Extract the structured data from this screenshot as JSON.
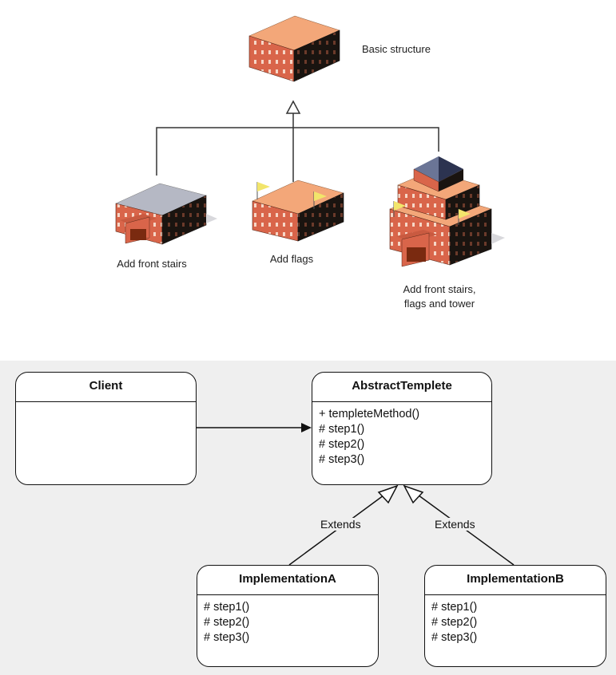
{
  "top_section": {
    "labels": {
      "basic": "Basic structure",
      "stairs": "Add front stairs",
      "flags": "Add flags",
      "tower_line1": "Add front stairs,",
      "tower_line2": "flags and tower"
    }
  },
  "uml": {
    "client": {
      "title": "Client"
    },
    "abstract": {
      "title": "AbstractTemplete",
      "methods": [
        "+ templeteMethod()",
        "# step1()",
        "# step2()",
        "# step3()"
      ]
    },
    "implA": {
      "title": "ImplementationA",
      "methods": [
        "# step1()",
        "# step2()",
        "# step3()"
      ]
    },
    "implB": {
      "title": "ImplementationB",
      "methods": [
        "# step1()",
        "# step2()",
        "# step3()"
      ]
    },
    "extends_left": "Extends",
    "extends_right": "Extends"
  },
  "colors": {
    "brick": "#d9654a",
    "roof_orange": "#f3a779",
    "roof_grey": "#b5b8c4",
    "tower_roof": "#4a5470",
    "flag": "#f2e56b"
  }
}
